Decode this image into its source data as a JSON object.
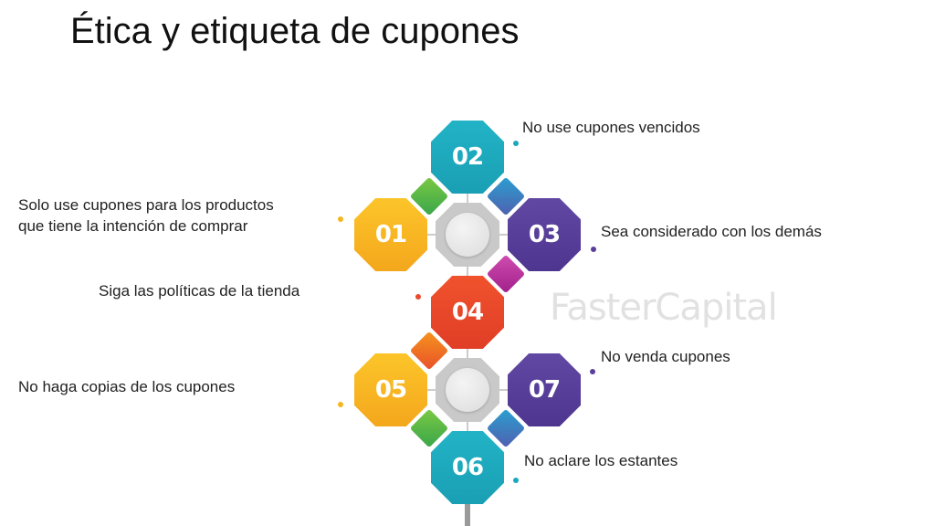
{
  "title": "Ética y etiqueta de cupones",
  "watermark": "FasterCapital",
  "steps": [
    {
      "num": "01",
      "text_1": "Solo use cupones para los productos",
      "text_2": "que tiene la intención de comprar",
      "color": "#f5b51f"
    },
    {
      "num": "02",
      "text": "No use cupones vencidos",
      "color": "#1aa8bd"
    },
    {
      "num": "03",
      "text": "Sea considerado con los demás",
      "color": "#5a3e99"
    },
    {
      "num": "04",
      "text": "Siga las políticas de la tienda",
      "color": "#ea4a2a"
    },
    {
      "num": "05",
      "text": "No haga copias de los cupones",
      "color": "#f5b51f"
    },
    {
      "num": "06",
      "text": "No aclare los estantes",
      "color": "#1aa8bd"
    },
    {
      "num": "07",
      "text": "No venda cupones",
      "color": "#5a3e99"
    }
  ]
}
